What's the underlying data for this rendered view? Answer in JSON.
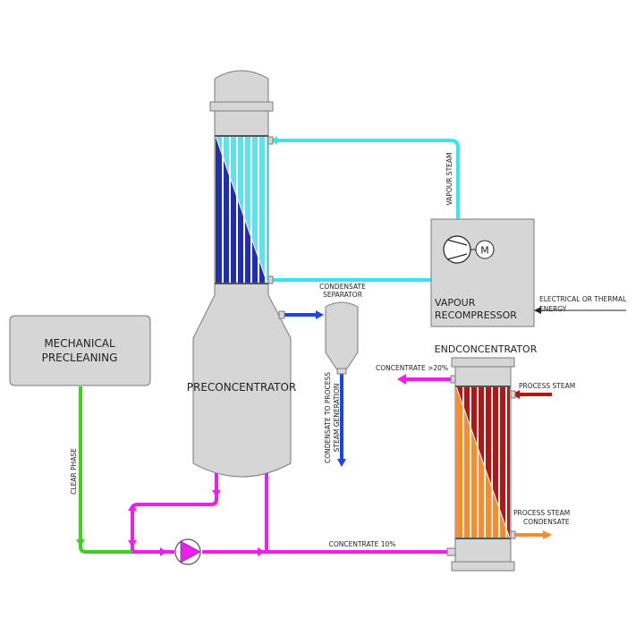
{
  "labels": {
    "mechanical_precleaning_line1": "MECHANICAL",
    "mechanical_precleaning_line2": "PRECLEANING",
    "clear_phase": "CLEAR PHASE",
    "preconcentrator": "PRECONCENTRATOR",
    "vapour_steam": "VAPOUR STEAM",
    "vapour_recompressor_line1": "VAPOUR",
    "vapour_recompressor_line2": "RECOMPRESSOR",
    "motor_symbol": "M",
    "electrical_energy_line1": "ELECTRICAL OR THERMAL",
    "electrical_energy_line2": "ENERGY",
    "condensate_separator_line1": "CONDENSATE",
    "condensate_separator_line2": "SEPARATOR",
    "condensate_to_process_line1": "CONDENSATE TO PROCESS",
    "condensate_to_process_line2": "STEAM GENERATION",
    "endconcentrator": "ENDCONCENTRATOR",
    "concentrate_20": "CONCENTRATE >20%",
    "process_steam": "PROCESS STEAM",
    "process_steam_condensate_line1": "PROCESS STEAM",
    "process_steam_condensate_line2": "CONDENSATE",
    "concentrate_10": "CONCENTRATE 10%"
  },
  "colors": {
    "vessel_fill": "#d6d6d6",
    "vessel_stroke": "#7a7a7a",
    "vapour_line": "#33e6f2",
    "cyan_tubes": "#5fe3ea",
    "navy_tubes": "#1f2fb0",
    "concentrate_line": "#f21cf2",
    "clear_phase_line": "#3dd11a",
    "condensate_line": "#1a44e8",
    "process_steam_line": "#c40d0d",
    "red_tubes": "#b81414",
    "orange_tubes": "#ff8a2b"
  }
}
